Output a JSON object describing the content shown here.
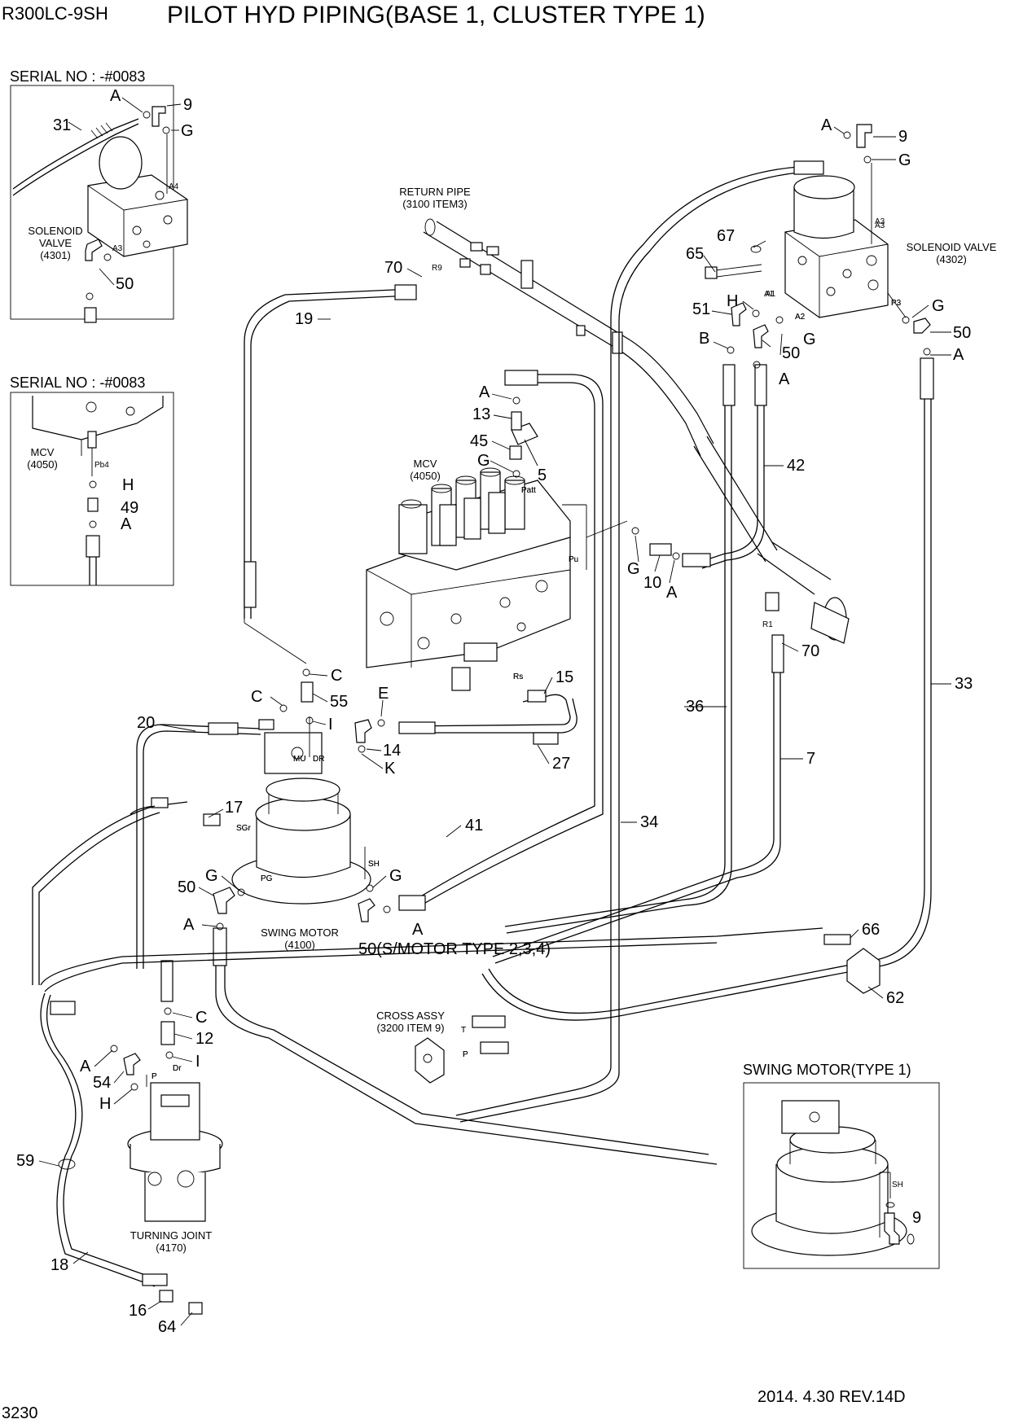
{
  "header": {
    "model": "R300LC-9SH",
    "title": "PILOT HYD PIPING(BASE 1, CLUSTER TYPE 1)"
  },
  "footer": {
    "page_number": "3230",
    "revision": "2014. 4.30  REV.14D"
  },
  "insets": {
    "serial_top": {
      "title": "SERIAL NO : -#0083",
      "labels": [
        "31",
        "A",
        "9",
        "G",
        "A4",
        "A3",
        "50"
      ],
      "component": [
        "SOLENOID",
        "VALVE",
        "(4301)"
      ]
    },
    "serial_mid": {
      "title": "SERIAL NO : -#0083",
      "labels": [
        "Pb4",
        "H",
        "49",
        "A"
      ],
      "component": [
        "MCV",
        "(4050)"
      ]
    },
    "swing_motor_type1": {
      "title": "SWING MOTOR(TYPE 1)",
      "labels": [
        "SH",
        "9"
      ]
    }
  },
  "components": {
    "return_pipe": [
      "RETURN PIPE",
      "(3100 ITEM3)"
    ],
    "solenoid_valve": [
      "SOLENOID VALVE",
      "(4302)"
    ],
    "mcv": [
      "MCV",
      "(4050)"
    ],
    "swing_motor": [
      "SWING MOTOR",
      "(4100)"
    ],
    "cross_assy": [
      "CROSS ASSY",
      "(3200 ITEM 9)"
    ],
    "turning_joint": [
      "TURNING JOINT",
      "(4170)"
    ],
    "swing_motor_variant": "50(S/MOTOR TYPE 2,3,4)"
  },
  "callouts": [
    "A",
    "9",
    "G",
    "A3",
    "65",
    "67",
    "A1",
    "H",
    "51",
    "A2",
    "G",
    "B",
    "50",
    "A",
    "P3",
    "G",
    "50",
    "A",
    "70",
    "R9",
    "19",
    "A",
    "13",
    "45",
    "G",
    "5",
    "Patt",
    "42",
    "Pu",
    "G",
    "10",
    "A",
    "R1",
    "70",
    "Rs",
    "15",
    "C",
    "55",
    "C",
    "I",
    "E",
    "14",
    "K",
    "27",
    "20",
    "MU",
    "DR",
    "17",
    "SGr",
    "41",
    "34",
    "36",
    "7",
    "33",
    "SH",
    "G",
    "PG",
    "G",
    "50",
    "A",
    "A",
    "66",
    "62",
    "T",
    "P",
    "C",
    "12",
    "I",
    "A",
    "54",
    "H",
    "P",
    "Dr",
    "59",
    "18",
    "16",
    "64"
  ]
}
